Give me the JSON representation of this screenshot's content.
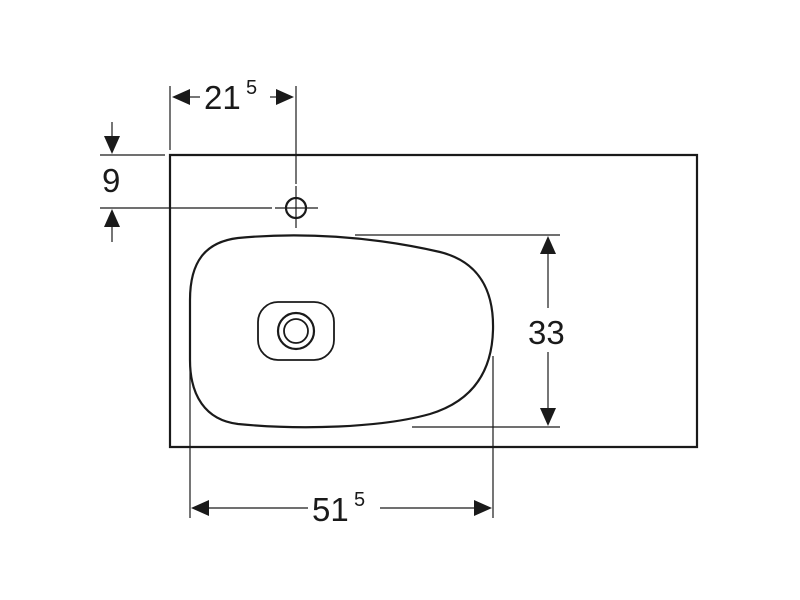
{
  "drawing": {
    "line_color": "#1a1a1a",
    "background": "#ffffff"
  },
  "dimensions": {
    "tap_offset": {
      "main": "21",
      "superscript": "5"
    },
    "tap_edge_distance": {
      "main": "9"
    },
    "bowl_depth": {
      "main": "33"
    },
    "bowl_width": {
      "main": "51",
      "superscript": "5"
    }
  }
}
